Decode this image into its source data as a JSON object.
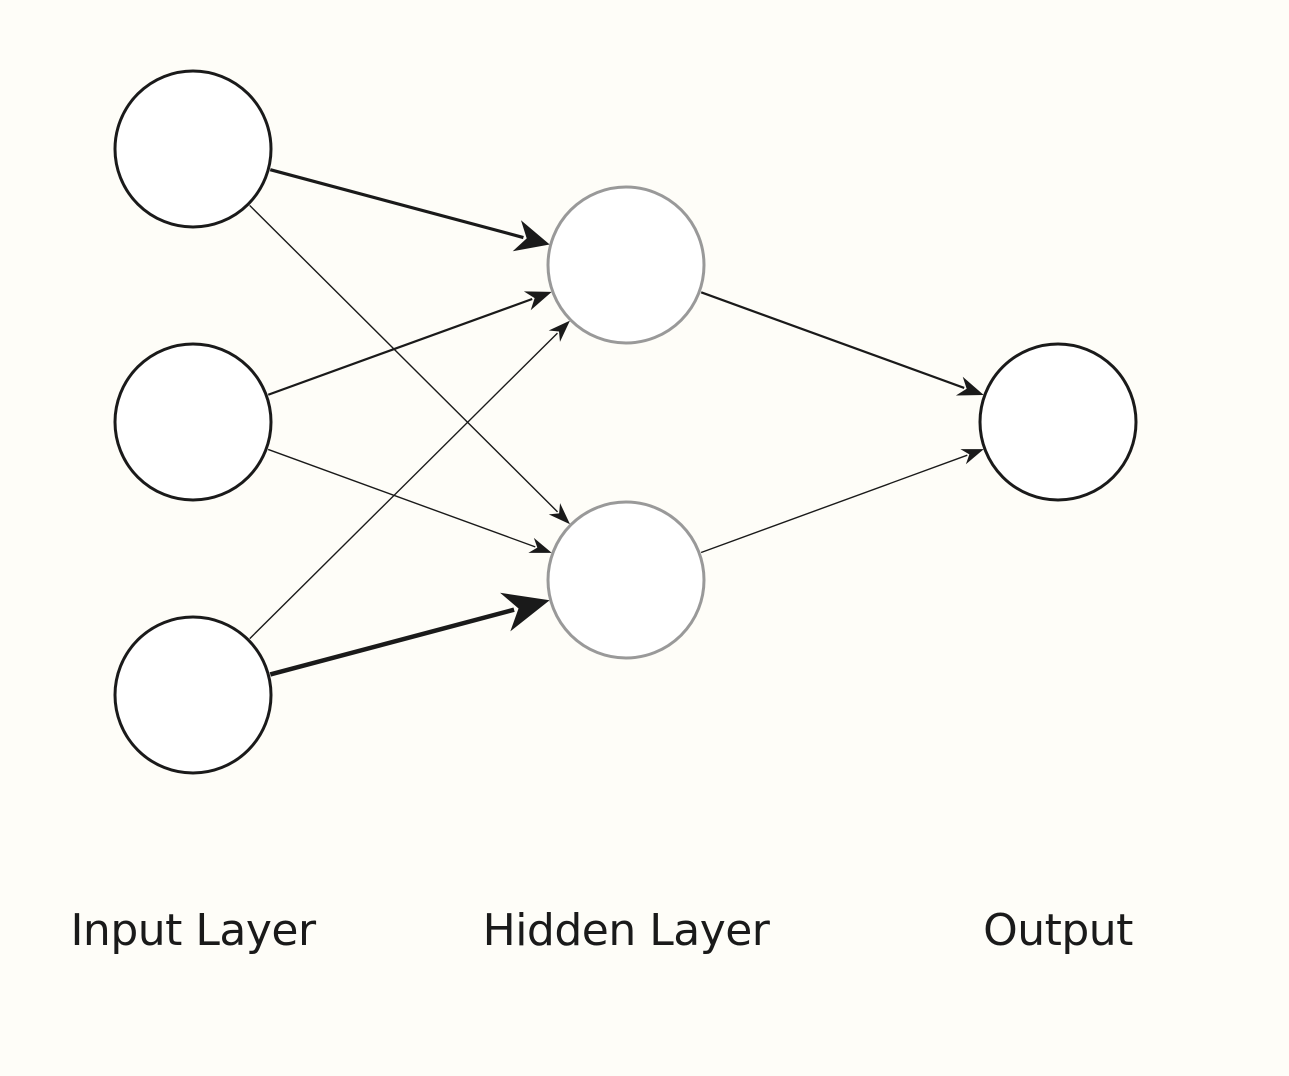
{
  "diagram": {
    "type": "neural-network",
    "layers": [
      {
        "id": "input",
        "label": "Input Layer",
        "node_count": 3,
        "node_stroke": "#1a1a1a"
      },
      {
        "id": "hidden",
        "label": "Hidden Layer",
        "node_count": 2,
        "node_stroke": "#999999"
      },
      {
        "id": "output",
        "label": "Output",
        "node_count": 1,
        "node_stroke": "#1a1a1a"
      }
    ],
    "edges": [
      {
        "from": "input-0",
        "to": "hidden-0",
        "weight": "strong"
      },
      {
        "from": "input-0",
        "to": "hidden-1",
        "weight": "thin"
      },
      {
        "from": "input-1",
        "to": "hidden-0",
        "weight": "medium"
      },
      {
        "from": "input-1",
        "to": "hidden-1",
        "weight": "thin"
      },
      {
        "from": "input-2",
        "to": "hidden-0",
        "weight": "thin"
      },
      {
        "from": "input-2",
        "to": "hidden-1",
        "weight": "heavy"
      },
      {
        "from": "hidden-0",
        "to": "output-0",
        "weight": "medium"
      },
      {
        "from": "hidden-1",
        "to": "output-0",
        "weight": "thin"
      }
    ],
    "colors": {
      "background": "#fefdf8",
      "edge": "#1a1a1a",
      "node_fill": "#ffffff"
    }
  }
}
